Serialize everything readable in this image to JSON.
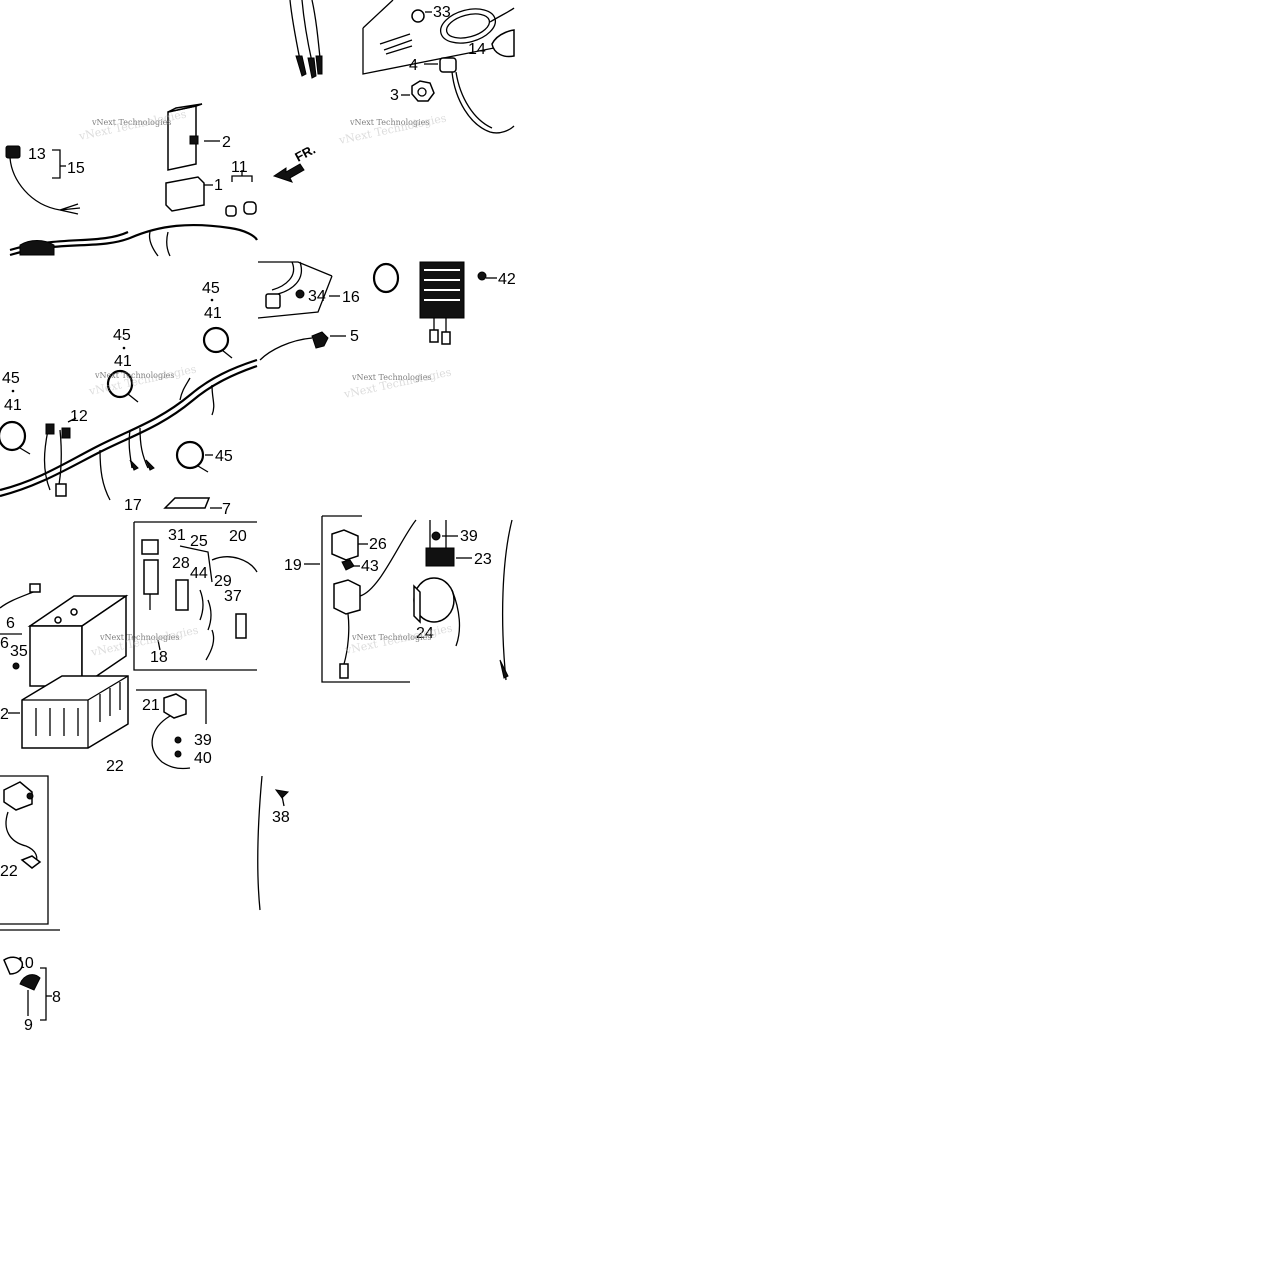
{
  "watermark": "vNext Technologies",
  "direction_marker": "FR.",
  "callouts": {
    "p1": "1",
    "p2": "2",
    "p3": "3",
    "p4": "4",
    "p5": "5",
    "p6": "6",
    "p7": "7",
    "p8": "8",
    "p9": "9",
    "p10": "10",
    "p11": "11",
    "p12": "12",
    "p13": "13",
    "p14": "14",
    "p15": "15",
    "p16": "16",
    "p17": "17",
    "p18": "18",
    "p19": "19",
    "p20": "20",
    "p21": "21",
    "p22a": "22",
    "p22b": "22",
    "p23": "23",
    "p24": "24",
    "p25": "25",
    "p26": "26",
    "p28": "28",
    "p29": "29",
    "p31": "31",
    "p33": "33",
    "p34": "34",
    "p35": "35",
    "p37": "37",
    "p38": "38",
    "p39a": "39",
    "p39b": "39",
    "p40": "40",
    "p41a": "41",
    "p41b": "41",
    "p41c": "41",
    "p42": "42",
    "p43": "43",
    "p44": "44",
    "p45a": "45",
    "p45b": "45",
    "p45c": "45",
    "p45d": "45"
  }
}
